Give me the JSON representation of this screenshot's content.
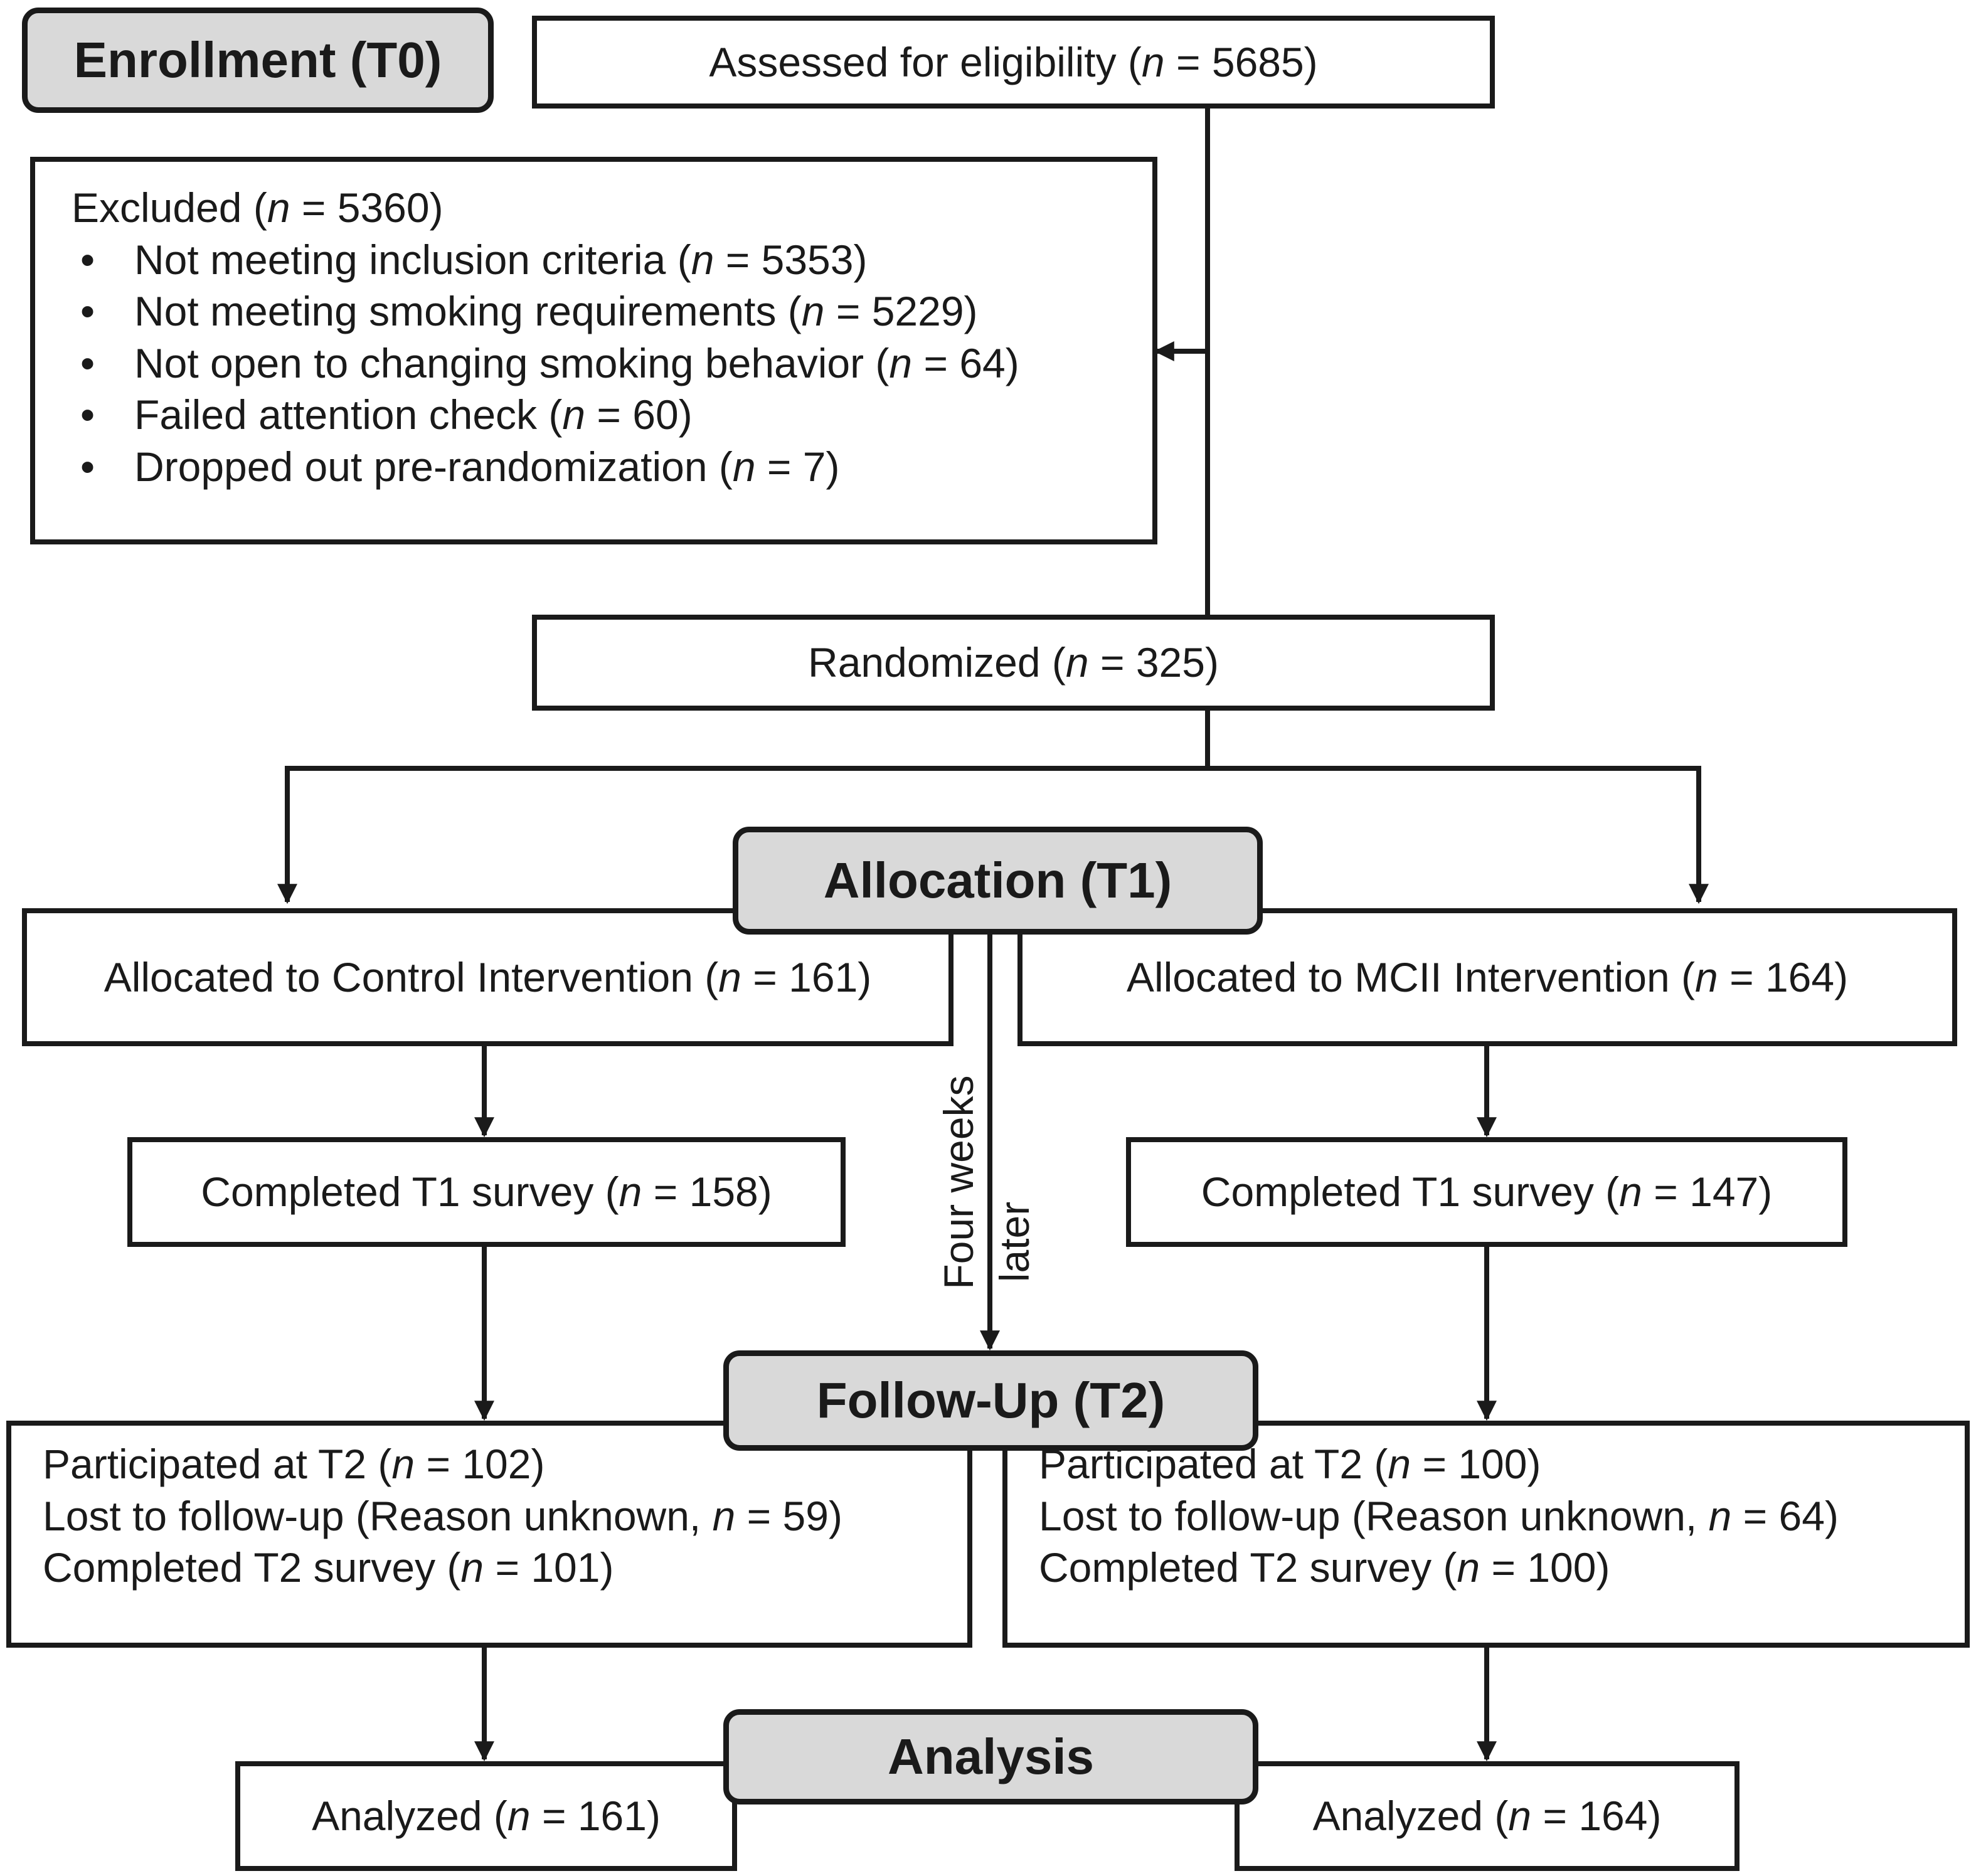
{
  "stages": {
    "enrollment": "Enrollment (T0)",
    "allocation": "Allocation (T1)",
    "followup": "Follow-Up (T2)",
    "analysis": "Analysis"
  },
  "assessed": "Assessed for eligibility (n = 5685)",
  "excluded": {
    "title": "Excluded (n = 5360)",
    "reasons": [
      "Not meeting inclusion criteria (n = 5353)",
      "Not meeting smoking requirements (n = 5229)",
      "Not open to changing smoking behavior (n = 64)",
      "Failed attention check (n = 60)",
      "Dropped out pre-randomization (n = 7)"
    ]
  },
  "randomized": "Randomized (n = 325)",
  "control": {
    "allocated": "Allocated to Control Intervention (n = 161)",
    "completed_t1": "Completed T1 survey (n = 158)",
    "followup": [
      "Participated at T2 (n = 102)",
      "Lost to follow-up (Reason unknown, n = 59)",
      "Completed T2 survey (n = 101)"
    ],
    "analyzed": "Analyzed (n = 161)"
  },
  "mcii": {
    "allocated": "Allocated to MCII Intervention (n = 164)",
    "completed_t1": "Completed T1 survey (n = 147)",
    "followup": [
      "Participated at T2 (n = 100)",
      "Lost to follow-up (Reason unknown, n = 64)",
      "Completed T2 survey (n = 100)"
    ],
    "analyzed": "Analyzed (n = 164)"
  },
  "interval_label": [
    "Four weeks",
    "later"
  ]
}
